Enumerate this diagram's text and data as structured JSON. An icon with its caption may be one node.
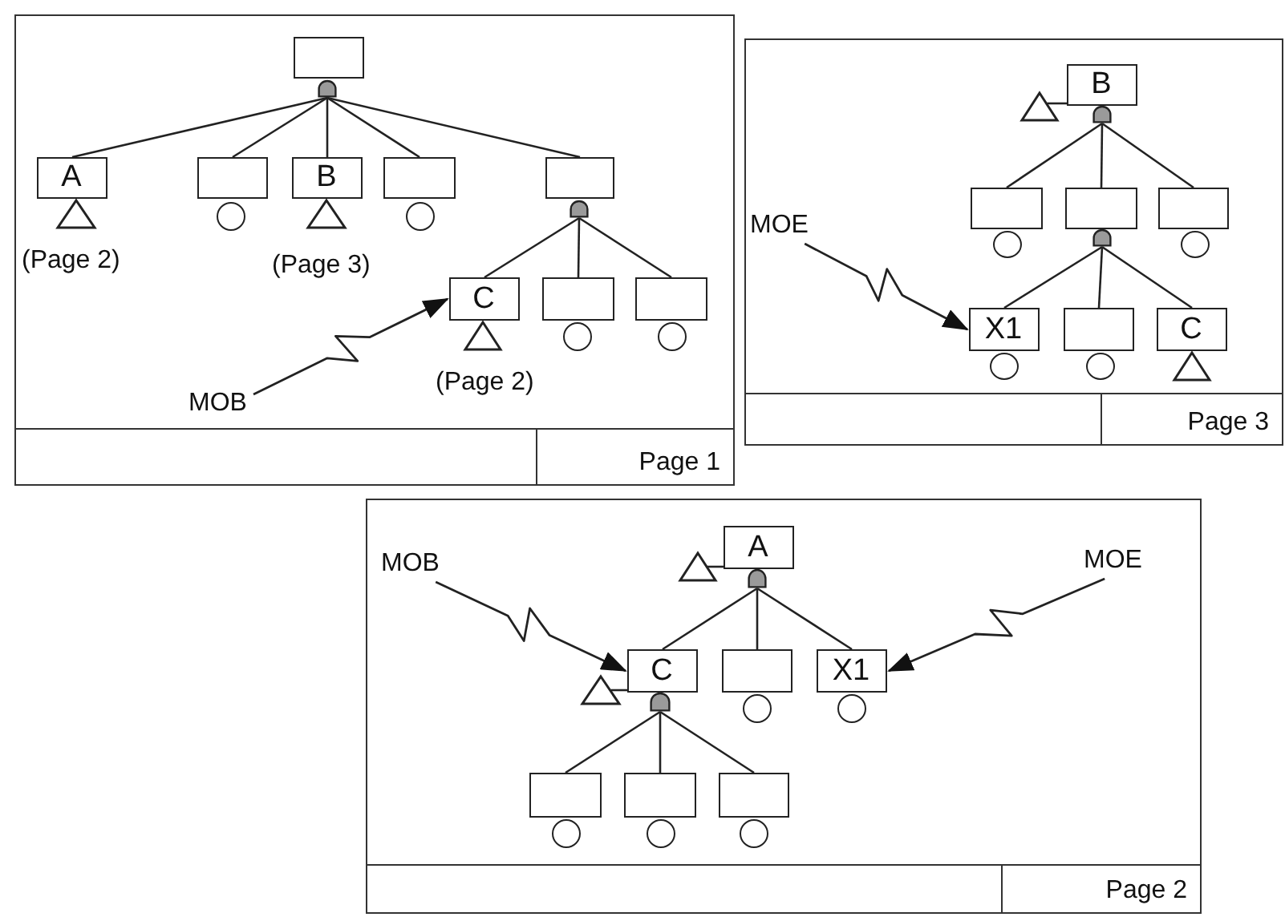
{
  "diagram": {
    "nodes": [
      {
        "text": [
          "Page 1"
        ]
      },
      {
        "text": [],
        "shape": "box",
        "in": 0
      },
      {
        "text": [],
        "shape": "dome",
        "in": 0
      },
      {
        "text": [
          "A"
        ],
        "in": 0
      },
      {
        "text": [],
        "shape": "triangle",
        "in": 0,
        "beside": [
          "(Page 2)"
        ]
      },
      {
        "text": [],
        "shape": "box",
        "in": 0
      },
      {
        "text": [],
        "shape": "circle",
        "in": 0
      },
      {
        "text": [
          "B"
        ],
        "in": 0
      },
      {
        "text": [],
        "shape": "triangle",
        "in": 0,
        "beside": [
          "(Page 3)"
        ]
      },
      {
        "text": [],
        "shape": "box",
        "in": 0
      },
      {
        "text": [],
        "shape": "circle",
        "in": 0
      },
      {
        "text": [],
        "shape": "box",
        "in": 0
      },
      {
        "text": [],
        "shape": "dome",
        "in": 0
      },
      {
        "text": [
          "C"
        ],
        "in": 0
      },
      {
        "text": [],
        "shape": "triangle",
        "in": 0,
        "beside": [
          "(Page 2)"
        ]
      },
      {
        "text": [],
        "shape": "box",
        "in": 0
      },
      {
        "text": [],
        "shape": "circle",
        "in": 0
      },
      {
        "text": [],
        "shape": "box",
        "in": 0
      },
      {
        "text": [],
        "shape": "circle",
        "in": 0
      },
      {
        "text": [
          "MOB"
        ],
        "in": 0
      },
      {
        "text": [
          "Page 3"
        ]
      },
      {
        "text": [
          "B"
        ],
        "in": 20
      },
      {
        "text": [],
        "shape": "triangle",
        "in": 20
      },
      {
        "text": [],
        "shape": "dome",
        "in": 20
      },
      {
        "text": [],
        "shape": "box",
        "in": 20
      },
      {
        "text": [],
        "shape": "circle",
        "in": 20
      },
      {
        "text": [],
        "shape": "box",
        "in": 20
      },
      {
        "text": [],
        "shape": "dome",
        "in": 20
      },
      {
        "text": [],
        "shape": "box",
        "in": 20
      },
      {
        "text": [],
        "shape": "circle",
        "in": 20
      },
      {
        "text": [
          "MOE"
        ],
        "in": 20
      },
      {
        "text": [
          "X1"
        ],
        "in": 20
      },
      {
        "text": [],
        "shape": "circle",
        "in": 20
      },
      {
        "text": [],
        "shape": "box",
        "in": 20
      },
      {
        "text": [],
        "shape": "circle",
        "in": 20
      },
      {
        "text": [
          "C"
        ],
        "in": 20
      },
      {
        "text": [],
        "shape": "triangle",
        "in": 20
      },
      {
        "text": [
          "Page 2"
        ]
      },
      {
        "text": [
          "MOB"
        ],
        "in": 37
      },
      {
        "text": [
          "A"
        ],
        "in": 37
      },
      {
        "text": [],
        "shape": "triangle",
        "in": 37
      },
      {
        "text": [
          "MOE"
        ],
        "in": 37
      },
      {
        "text": [],
        "shape": "dome",
        "in": 37
      },
      {
        "text": [
          "C"
        ],
        "in": 37
      },
      {
        "text": [],
        "shape": "triangle",
        "in": 37
      },
      {
        "text": [],
        "shape": "dome",
        "in": 37
      },
      {
        "text": [],
        "shape": "box",
        "in": 37
      },
      {
        "text": [],
        "shape": "circle",
        "in": 37
      },
      {
        "text": [
          "X1"
        ],
        "in": 37
      },
      {
        "text": [],
        "shape": "circle",
        "in": 37
      },
      {
        "text": [],
        "shape": "box",
        "in": 37
      },
      {
        "text": [],
        "shape": "circle",
        "in": 37
      },
      {
        "text": [],
        "shape": "box",
        "in": 37
      },
      {
        "text": [],
        "shape": "circle",
        "in": 37
      },
      {
        "text": [],
        "shape": "box",
        "in": 37
      },
      {
        "text": [],
        "shape": "circle",
        "in": 37
      }
    ],
    "edges": [
      {
        "from": 2,
        "to": 3,
        "arrow": "none"
      },
      {
        "from": 2,
        "to": 5,
        "arrow": "none"
      },
      {
        "from": 2,
        "to": 7,
        "arrow": "none"
      },
      {
        "from": 2,
        "to": 9,
        "arrow": "none"
      },
      {
        "from": 2,
        "to": 11,
        "arrow": "none"
      },
      {
        "from": 12,
        "to": 13,
        "arrow": "none"
      },
      {
        "from": 12,
        "to": 15,
        "arrow": "none"
      },
      {
        "from": 12,
        "to": 17,
        "arrow": "none"
      },
      {
        "from": 19,
        "to": 13,
        "arrow": "to"
      },
      {
        "from": 22,
        "to": 21,
        "arrow": "none"
      },
      {
        "from": 23,
        "to": 24,
        "arrow": "none"
      },
      {
        "from": 23,
        "to": 26,
        "arrow": "none"
      },
      {
        "from": 23,
        "to": 28,
        "arrow": "none"
      },
      {
        "from": 27,
        "to": 31,
        "arrow": "none"
      },
      {
        "from": 27,
        "to": 33,
        "arrow": "none"
      },
      {
        "from": 27,
        "to": 35,
        "arrow": "none"
      },
      {
        "from": 30,
        "to": 31,
        "arrow": "to"
      },
      {
        "from": 40,
        "to": 39,
        "arrow": "none"
      },
      {
        "from": 42,
        "to": 43,
        "arrow": "none"
      },
      {
        "from": 42,
        "to": 46,
        "arrow": "none"
      },
      {
        "from": 42,
        "to": 48,
        "arrow": "none"
      },
      {
        "from": 44,
        "to": 43,
        "arrow": "none"
      },
      {
        "from": 45,
        "to": 50,
        "arrow": "none"
      },
      {
        "from": 45,
        "to": 52,
        "arrow": "none"
      },
      {
        "from": 45,
        "to": 54,
        "arrow": "none"
      },
      {
        "from": 38,
        "to": 43,
        "arrow": "to"
      },
      {
        "from": 41,
        "to": 48,
        "arrow": "to"
      }
    ]
  }
}
